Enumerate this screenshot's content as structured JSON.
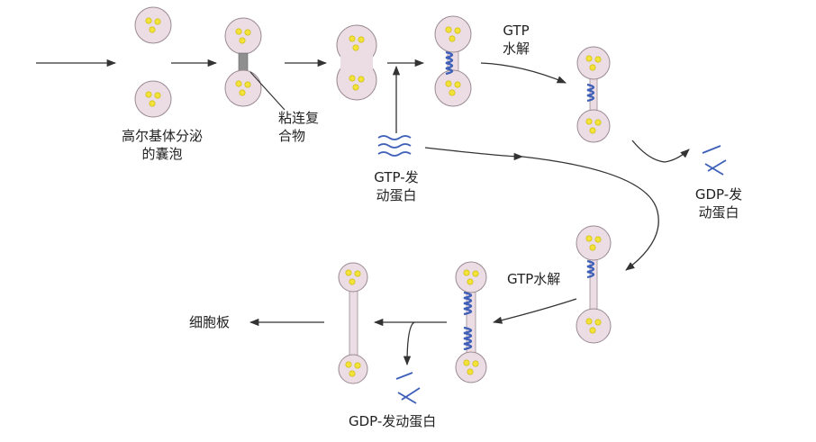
{
  "labels": {
    "golgi_vesicles_line1": "高尔基体分泌",
    "golgi_vesicles_line2": "的囊泡",
    "tether_line1": "粘连复",
    "tether_line2": "合物",
    "gtp_dynamin_line1": "GTP-发",
    "gtp_dynamin_line2": "动蛋白",
    "gtp_hydrolysis_top_line1": "GTP",
    "gtp_hydrolysis_top_line2": "水解",
    "gdp_dynamin_right_line1": "GDP-发",
    "gdp_dynamin_right_line2": "动蛋白",
    "gtp_hydrolysis_bottom": "GTP水解",
    "cell_plate": "细胞板",
    "gdp_dynamin_bottom": "GDP-发动蛋白"
  },
  "colors": {
    "vesicle_fill": "#ecdde4",
    "vesicle_stroke": "#9a8a92",
    "yellow_dot": "#f2e23a",
    "helix_blue": "#3d5fb8",
    "arrow": "#333333"
  }
}
